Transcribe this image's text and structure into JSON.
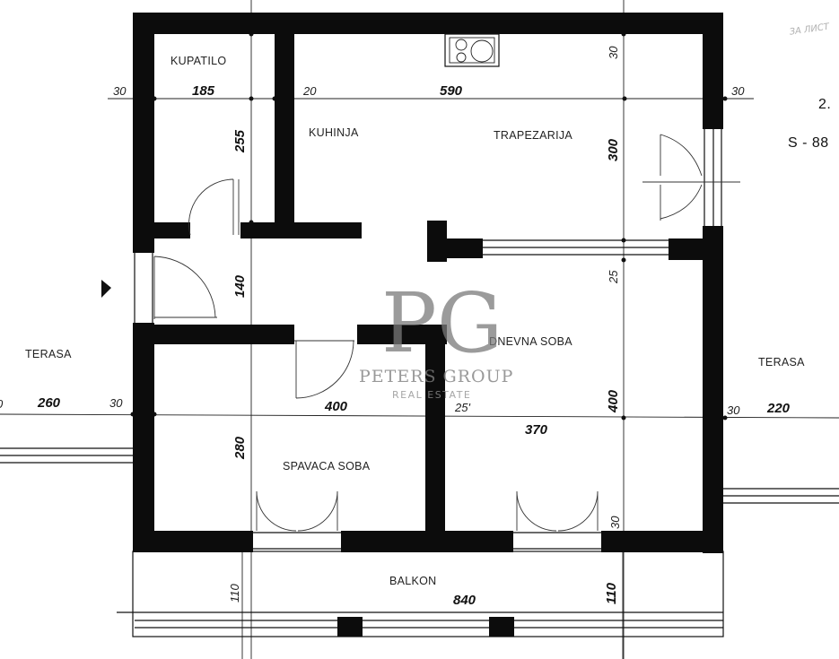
{
  "rooms": {
    "bathroom": "KUPATILO",
    "kitchen": "KUHINJA",
    "dining": "TRAPEZARIJA",
    "living": "DNEVNA SOBA",
    "bedroom": "SPAVACA SOBA",
    "balcony": "BALKON",
    "terrace_left": "TERASA",
    "terrace_right": "TERASA"
  },
  "dimensions": {
    "top_left_wall": "30",
    "bath_width": "185",
    "kitchen_wall": "20",
    "kitchen_dining_width": "590",
    "top_right_wall": "30",
    "right_wall_top": "30",
    "bath_height": "255",
    "dining_height": "300",
    "hall_height": "140",
    "partition": "25",
    "living_height": "400",
    "terrace_left_width": "260",
    "left_wall_mid": "30",
    "hall_width": "400",
    "partition_mid": "25'",
    "living_width": "370",
    "right_wall_mid": "30",
    "terrace_right_width": "220",
    "bedroom_height": "280",
    "bottom_right_wall": "30",
    "balcony_left": "110",
    "balcony_width": "840",
    "balcony_right": "110",
    "left_edge_fragment": "0"
  },
  "side_labels": {
    "floor": "2.",
    "section": "S - 88",
    "scribble": "ЗА ЛИСТ"
  },
  "watermark": {
    "monogram": "PG",
    "name": "PETERS GROUP",
    "subtitle": "REAL ESTATE"
  }
}
